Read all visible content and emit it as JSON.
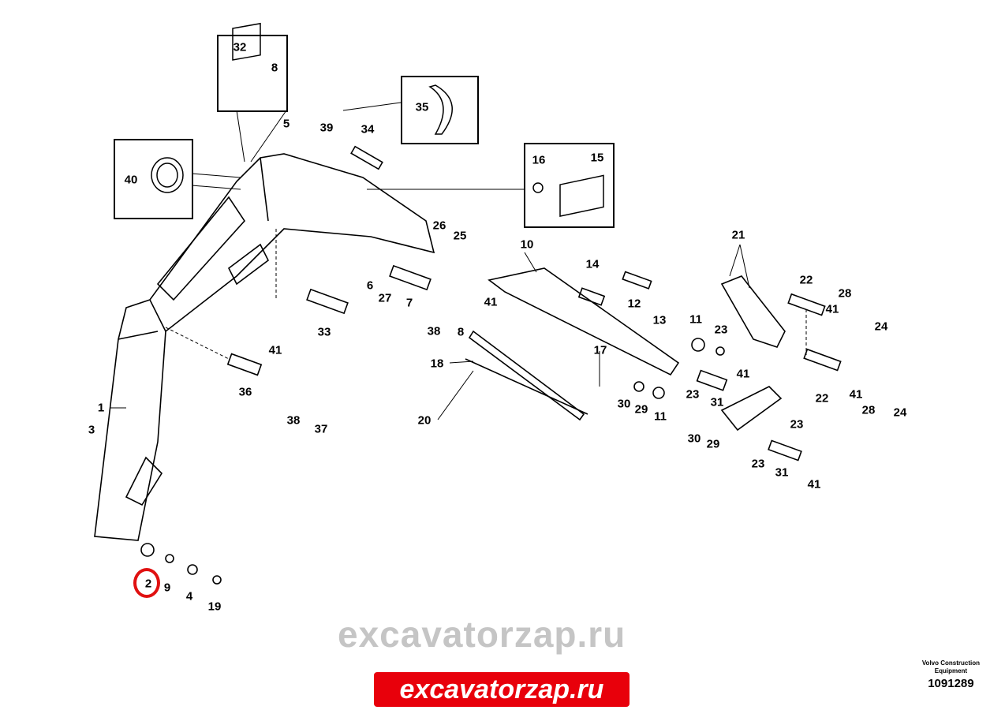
{
  "diagram": {
    "callouts": [
      "32",
      "8",
      "35",
      "39",
      "5",
      "34",
      "40",
      "16",
      "15",
      "21",
      "26",
      "25",
      "10",
      "14",
      "22",
      "28",
      "41",
      "24",
      "6",
      "27",
      "7",
      "41",
      "12",
      "13",
      "11",
      "23",
      "33",
      "38",
      "8",
      "41",
      "17",
      "18",
      "36",
      "38",
      "37",
      "1",
      "20",
      "3",
      "41",
      "23",
      "31",
      "30",
      "29",
      "11",
      "22",
      "41",
      "28",
      "24",
      "23",
      "30",
      "29",
      "23",
      "31",
      "41",
      "2",
      "9",
      "4",
      "19"
    ],
    "highlighted_part": "2",
    "highlight_color": "#e01010"
  },
  "watermark": "excavatorzap.ru",
  "brand": {
    "line1": "Volvo Construction",
    "line2": "Equipment",
    "number": "1091289"
  },
  "site_banner": {
    "label": "excavatorzap.ru",
    "color": "#e8000b"
  }
}
